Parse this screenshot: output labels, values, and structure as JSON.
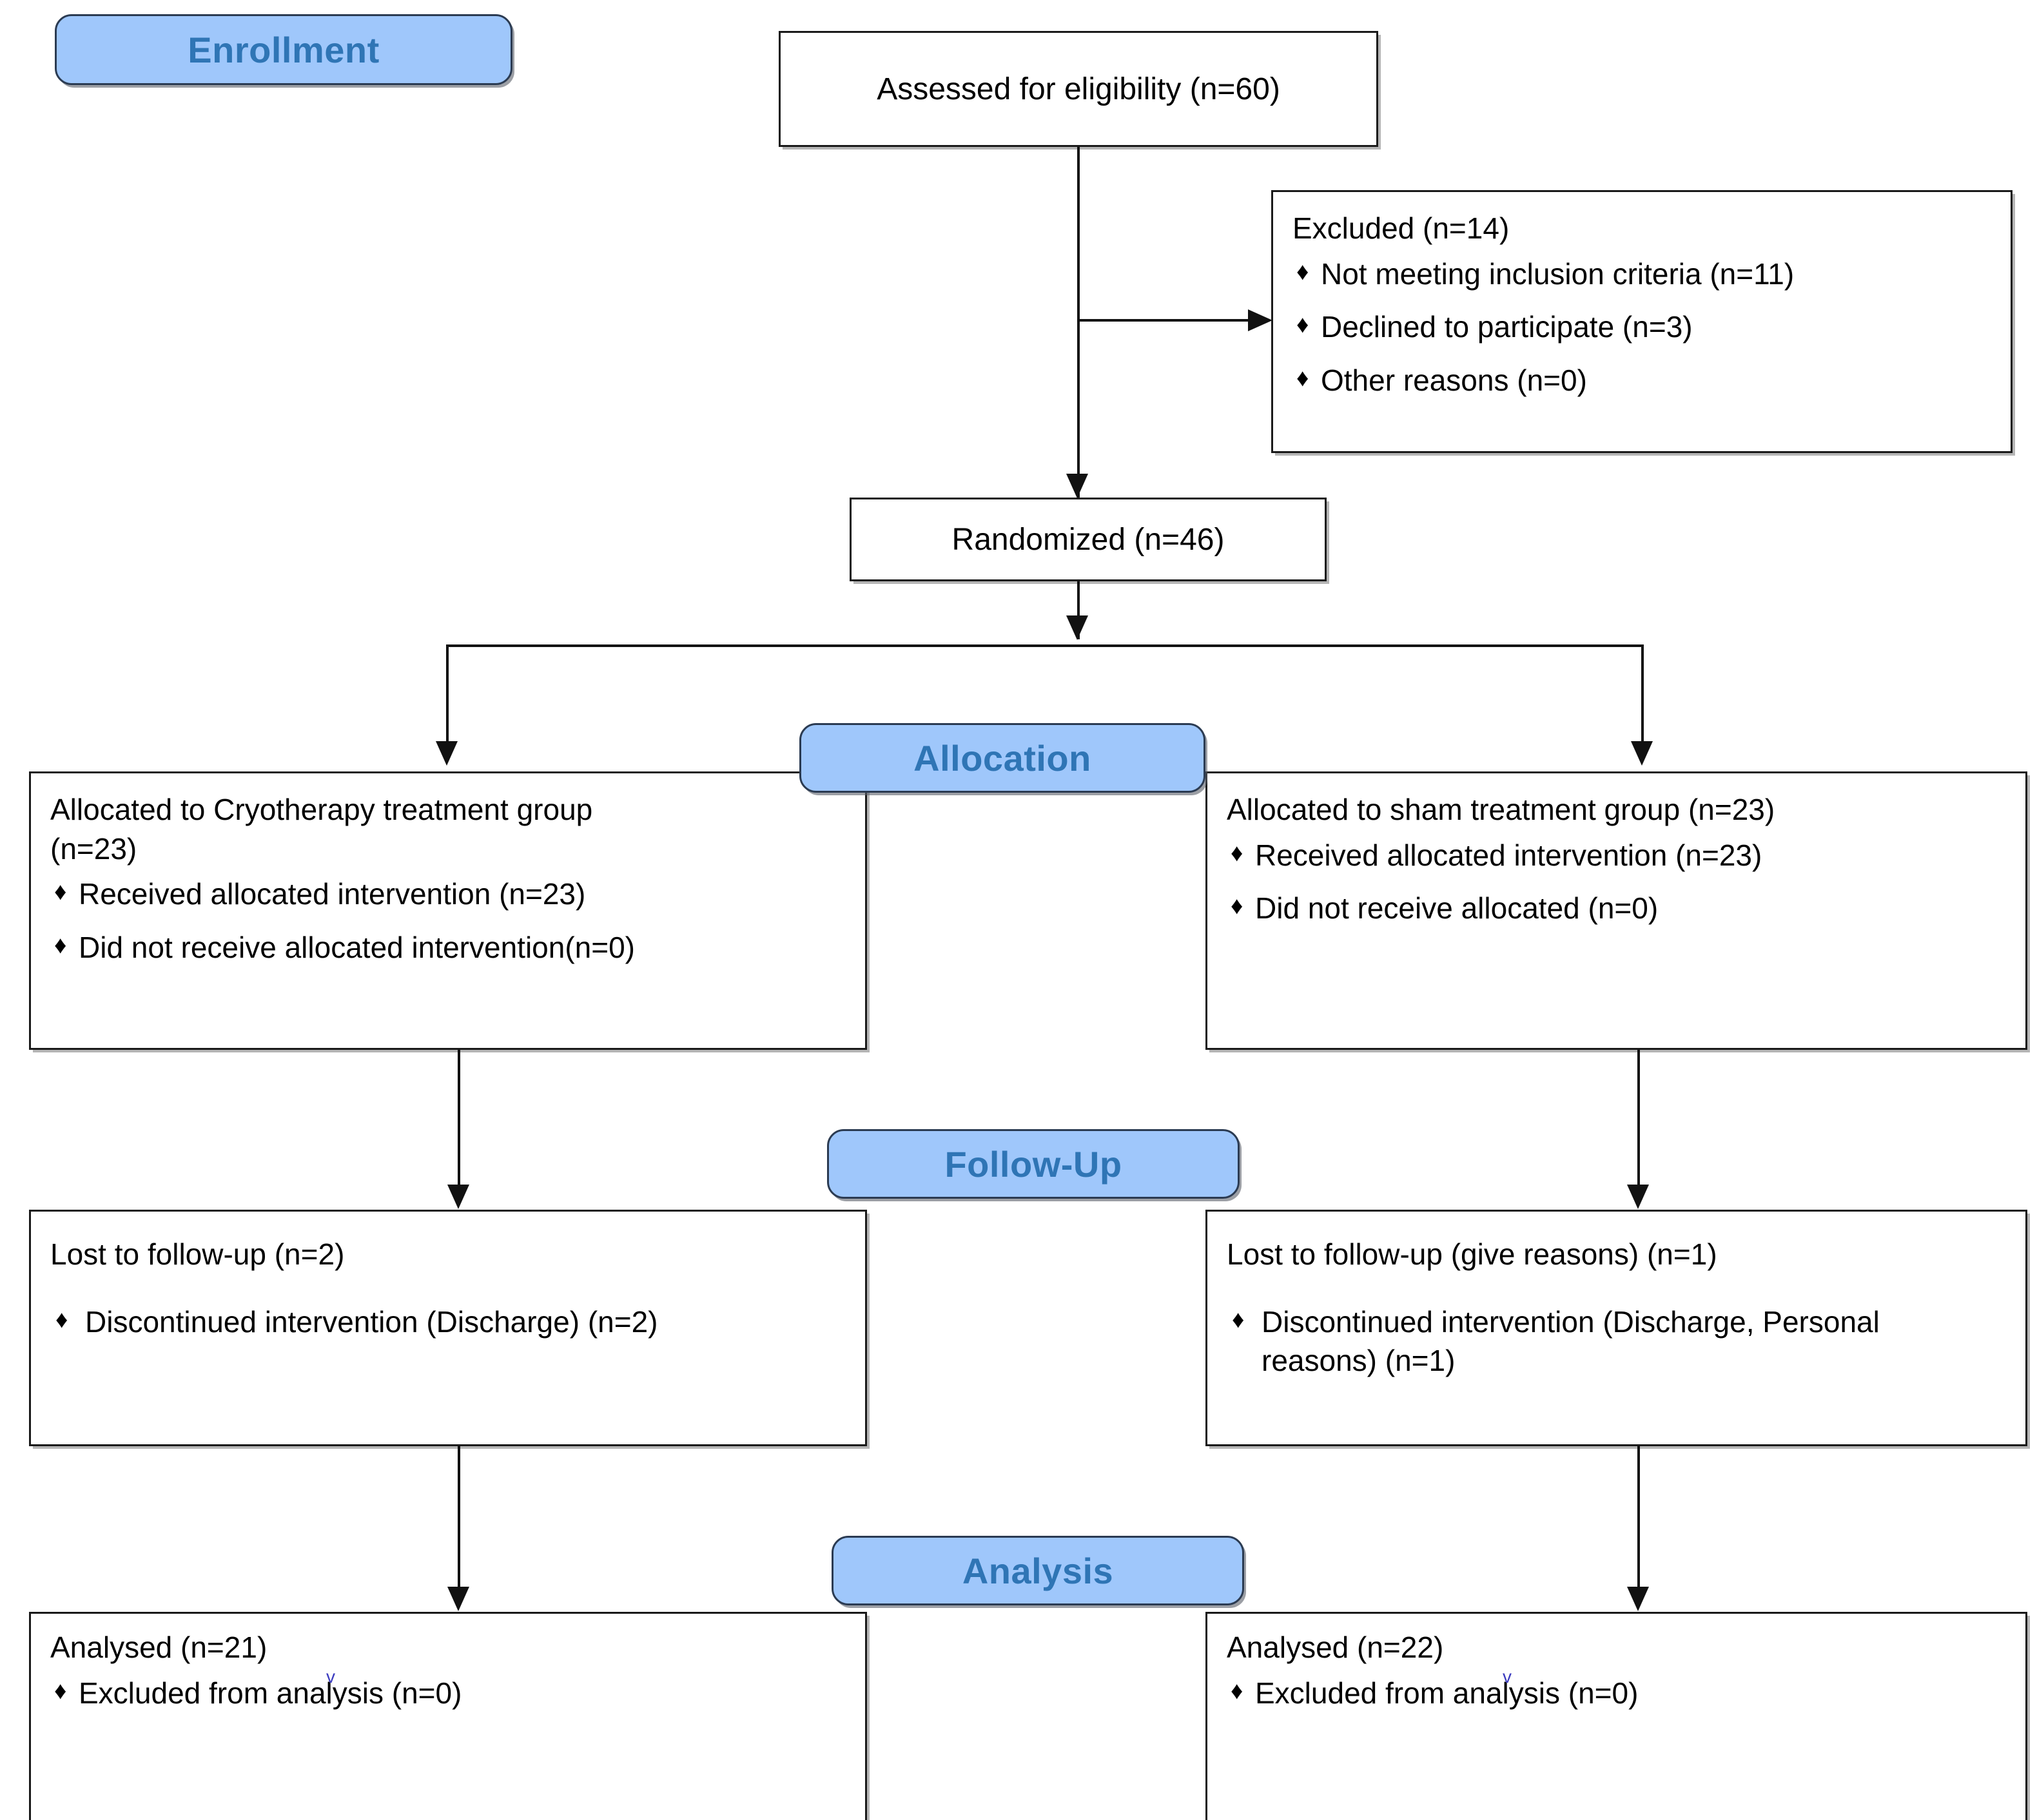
{
  "diagram": {
    "title": "CONSORT participant flow diagram",
    "accent_blue": "#9fc7fb",
    "badge_text_color": "#2f75b6",
    "bullet_glyph": "♦"
  },
  "stages": {
    "enrollment": "Enrollment",
    "allocation": "Allocation",
    "followup": "Follow-Up",
    "analysis": "Analysis"
  },
  "enrollment": {
    "assessed": "Assessed for eligibility (n=60)",
    "excluded_heading": "Excluded (n=14)",
    "excluded_reasons": [
      "Not meeting inclusion criteria (n=11)",
      "Declined to participate (n=3)",
      "Other reasons (n=0)"
    ],
    "randomized": "Randomized (n=46)"
  },
  "allocation": {
    "left": {
      "heading": "Allocated to Cryotherapy treatment group (n=23)",
      "items": [
        "Received allocated intervention (n=23)",
        "Did not receive allocated intervention(n=0)"
      ]
    },
    "right": {
      "heading": "Allocated to sham treatment group (n=23)",
      "items": [
        "Received allocated intervention (n=23)",
        "Did not receive allocated (n=0)"
      ]
    }
  },
  "followup": {
    "left": {
      "heading": "Lost to follow-up (n=2)",
      "items": [
        "Discontinued intervention (Discharge) (n=2)"
      ]
    },
    "right": {
      "heading": "Lost to follow-up (give reasons) (n=1)",
      "items": [
        "Discontinued intervention (Discharge, Personal reasons) (n=1)"
      ]
    }
  },
  "analysis": {
    "left": {
      "heading": "Analysed (n=21)",
      "items": [
        "Excluded from analysis (n=0)"
      ]
    },
    "right": {
      "heading": "Analysed (n=22)",
      "items": [
        "Excluded from analysis (n=0)"
      ]
    }
  },
  "chart_data": {
    "type": "diagram",
    "title": "CONSORT flow diagram",
    "nodes": [
      {
        "id": "assessed",
        "stage": "Enrollment",
        "label": "Assessed for eligibility (n=60)",
        "n": 60
      },
      {
        "id": "excluded",
        "stage": "Enrollment",
        "label": "Excluded (n=14)",
        "n": 14,
        "reasons": [
          {
            "label": "Not meeting inclusion criteria",
            "n": 11
          },
          {
            "label": "Declined to participate",
            "n": 3
          },
          {
            "label": "Other reasons",
            "n": 0
          }
        ]
      },
      {
        "id": "randomized",
        "stage": "Enrollment",
        "label": "Randomized (n=46)",
        "n": 46
      },
      {
        "id": "alloc_left",
        "stage": "Allocation",
        "label": "Allocated to Cryotherapy treatment group (n=23)",
        "n": 23,
        "details": [
          {
            "label": "Received allocated intervention",
            "n": 23
          },
          {
            "label": "Did not receive allocated intervention",
            "n": 0
          }
        ]
      },
      {
        "id": "alloc_right",
        "stage": "Allocation",
        "label": "Allocated to sham treatment group (n=23)",
        "n": 23,
        "details": [
          {
            "label": "Received allocated intervention",
            "n": 23
          },
          {
            "label": "Did not receive allocated",
            "n": 0
          }
        ]
      },
      {
        "id": "follow_left",
        "stage": "Follow-Up",
        "label": "Lost to follow-up (n=2)",
        "n": 2,
        "details": [
          {
            "label": "Discontinued intervention (Discharge)",
            "n": 2
          }
        ]
      },
      {
        "id": "follow_right",
        "stage": "Follow-Up",
        "label": "Lost to follow-up (give reasons) (n=1)",
        "n": 1,
        "details": [
          {
            "label": "Discontinued intervention (Discharge, Personal reasons)",
            "n": 1
          }
        ]
      },
      {
        "id": "analysis_left",
        "stage": "Analysis",
        "label": "Analysed (n=21)",
        "n": 21,
        "details": [
          {
            "label": "Excluded from analysis",
            "n": 0
          }
        ]
      },
      {
        "id": "analysis_right",
        "stage": "Analysis",
        "label": "Analysed (n=22)",
        "n": 22,
        "details": [
          {
            "label": "Excluded from analysis",
            "n": 0
          }
        ]
      }
    ],
    "edges": [
      {
        "from": "assessed",
        "to": "excluded"
      },
      {
        "from": "assessed",
        "to": "randomized"
      },
      {
        "from": "randomized",
        "to": "alloc_left"
      },
      {
        "from": "randomized",
        "to": "alloc_right"
      },
      {
        "from": "alloc_left",
        "to": "follow_left"
      },
      {
        "from": "alloc_right",
        "to": "follow_right"
      },
      {
        "from": "follow_left",
        "to": "analysis_left"
      },
      {
        "from": "follow_right",
        "to": "analysis_right"
      }
    ]
  }
}
